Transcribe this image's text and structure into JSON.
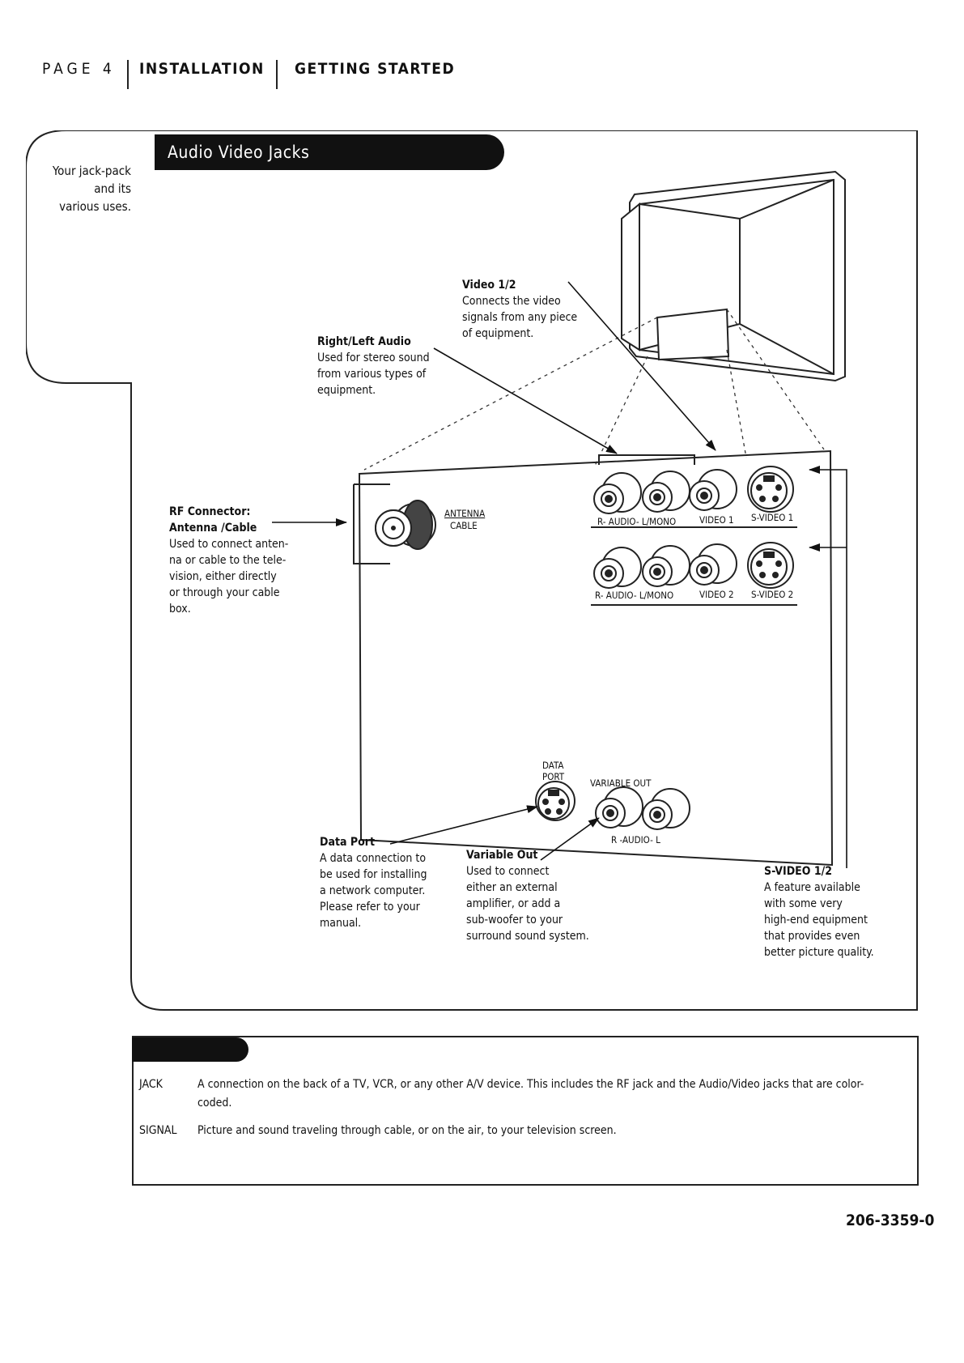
{
  "header": {
    "page": "PAGE 4",
    "section": "INSTALLATION",
    "subsection": "GETTING STARTED"
  },
  "sidebar": {
    "note": "Your jack-pack\nand its\nvarious uses."
  },
  "section_title": "Audio Video Jacks",
  "callouts": {
    "video12": {
      "title": "Video 1/2",
      "text": "Connects the video\nsignals from any piece\nof equipment."
    },
    "audio": {
      "title": "Right/Left Audio",
      "text": "Used for stereo sound\nfrom various types of\nequipment."
    },
    "rf": {
      "title": "RF Connector:\nAntenna /Cable",
      "text": "Used to connect anten-\nna or cable to the tele-\nvision, either directly\nor through your cable\nbox."
    },
    "dataport": {
      "title": "Data Port",
      "text": "A data connection to\nbe used for installing\na network computer.\nPlease refer to your\nmanual."
    },
    "varout": {
      "title": "Variable Out",
      "text": "Used to connect\neither an external\namplifier, or add a\nsub-woofer to your\nsurround sound system."
    },
    "svideo": {
      "title": "S-VIDEO 1/2",
      "text": "A feature available\nwith some very\nhigh-end equipment\nthat provides even\nbetter picture quality."
    }
  },
  "panel_labels": {
    "antenna": "ANTENNA",
    "cable": "CABLE",
    "row1_audio": "R- AUDIO- L/MONO",
    "row1_video": "VIDEO 1",
    "row1_svideo": "S-VIDEO 1",
    "row2_audio": "R- AUDIO- L/MONO",
    "row2_video": "VIDEO 2",
    "row2_svideo": "S-VIDEO 2",
    "data_port_1": "DATA",
    "data_port_2": "PORT",
    "variable_out": "VARIABLE OUT",
    "var_audio": "R -AUDIO- L"
  },
  "glossary": [
    {
      "term": "JACK",
      "definition": "A connection on the back of a TV, VCR, or any other A/V device. This includes the RF jack and the Audio/Video jacks that are color-coded."
    },
    {
      "term": "SIGNAL",
      "definition": "Picture and sound traveling through cable, or on the air, to your television screen."
    }
  ],
  "footer": {
    "doc_number": "206-3359-0"
  }
}
